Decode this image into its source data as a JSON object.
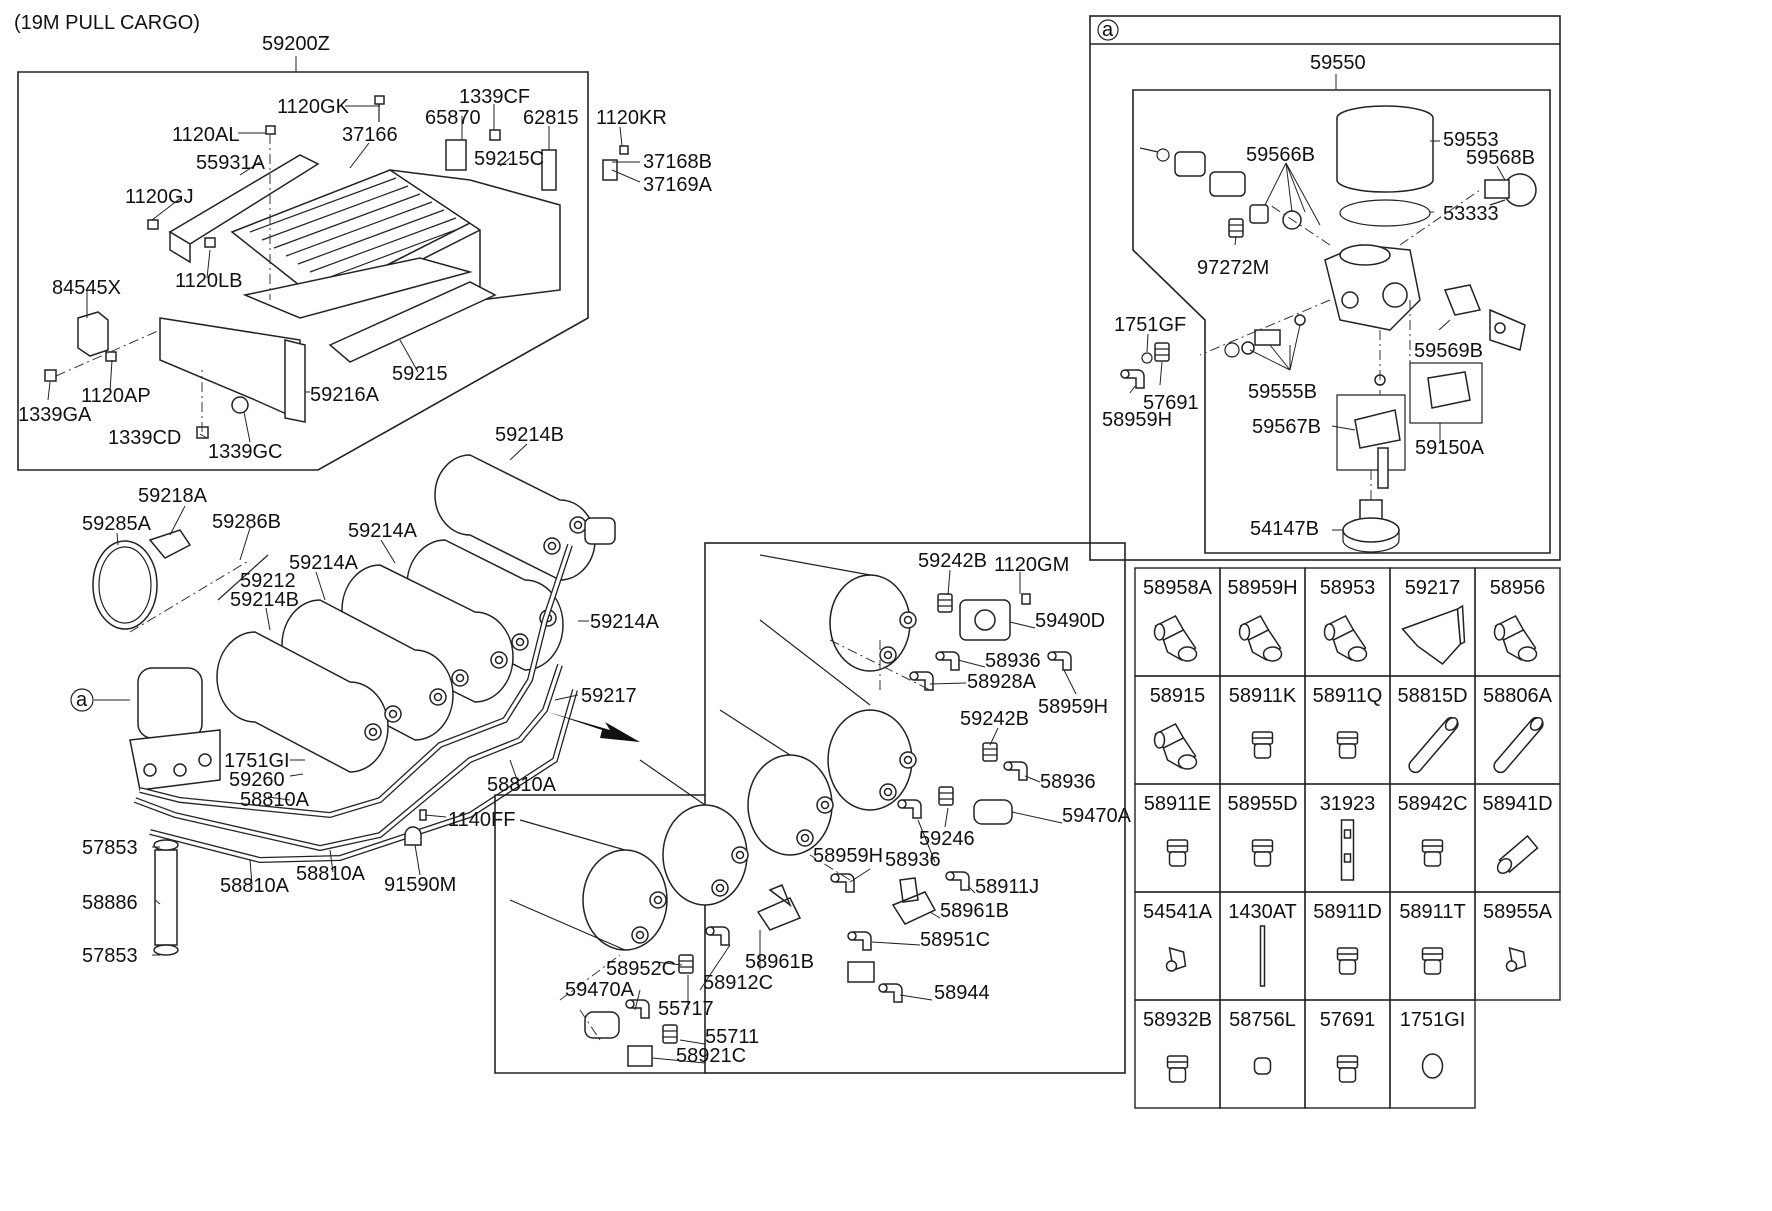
{
  "title": "(19M PULL CARGO)",
  "callout_letter": "a",
  "labels": {
    "frame_assy": "59200Z",
    "bolt_1120gk": "1120GK",
    "bolt_1120al": "1120AL",
    "part_1339cf": "1339CF",
    "part_65870": "65870",
    "part_62815": "62815",
    "bolt_1120kr": "1120KR",
    "part_37166": "37166",
    "part_55931a": "55931A",
    "part_59215c": "59215C",
    "part_37168b": "37168B",
    "part_37169a": "37169A",
    "bolt_1120gj": "1120GJ",
    "bolt_1120lb": "1120LB",
    "part_84545x": "84545X",
    "part_59215": "59215",
    "bolt_1120ap": "1120AP",
    "nut_1339ga": "1339GA",
    "part_59216a": "59216A",
    "nut_1339cd": "1339CD",
    "nut_1339gc": "1339GC",
    "tank_59214b_top": "59214B",
    "part_59218a": "59218A",
    "part_59285a": "59285A",
    "part_59286b": "59286B",
    "tank_59214a_1": "59214A",
    "tank_59214a_2": "59214A",
    "part_59212": "59212",
    "tank_59214b_left": "59214B",
    "tank_59214a_right": "59214A",
    "pipe_59217": "59217",
    "part_1751gi": "1751GI",
    "part_59260": "59260",
    "pipe_58810a_1": "58810A",
    "pipe_58810a_2": "58810A",
    "bolt_1140ff": "1140FF",
    "clamp_57853_top": "57853",
    "pipe_58810a_3": "58810A",
    "pipe_58810a_4": "58810A",
    "clip_91590m": "91590M",
    "hose_58886": "58886",
    "clamp_57853_bottom": "57853",
    "det_59242b_1": "59242B",
    "det_1120gm": "1120GM",
    "det_59490d": "59490D",
    "det_58936_1": "58936",
    "det_58928a": "58928A",
    "det_58959h_1": "58959H",
    "det_59242b_2": "59242B",
    "det_58936_2": "58936",
    "det_59470a_1": "59470A",
    "det_59246": "59246",
    "det_58936_3": "58936",
    "det_58959h_2": "58959H",
    "det_58911j": "58911J",
    "det_58961b_1": "58961B",
    "det_58951c": "58951C",
    "det_58952c": "58952C",
    "det_58961b_2": "58961B",
    "det_59470a_2": "59470A",
    "det_58912c": "58912C",
    "det_58944": "58944",
    "det_55717": "55717",
    "det_55711": "55711",
    "det_58921c": "58921C",
    "dry_59550": "59550",
    "dry_59553": "59553",
    "dry_59566b": "59566B",
    "dry_59568b": "59568B",
    "dry_53333": "53333",
    "dry_97272m": "97272M",
    "dry_1751gf": "1751GF",
    "dry_59569b": "59569B",
    "dry_57691": "57691",
    "dry_58959h": "58959H",
    "dry_59555b": "59555B",
    "dry_59567b": "59567B",
    "dry_59150a": "59150A",
    "dry_54147b": "54147B"
  },
  "parts_table": [
    [
      {
        "label": "58958A",
        "icon": "elbow-fitting-icon"
      },
      {
        "label": "58959H",
        "icon": "elbow-fitting-icon"
      },
      {
        "label": "58953",
        "icon": "elbow-fitting-icon"
      },
      {
        "label": "59217",
        "icon": "bracket-plate-icon"
      },
      {
        "label": "58956",
        "icon": "elbow-fitting-icon"
      }
    ],
    [
      {
        "label": "58915",
        "icon": "elbow-fitting-icon"
      },
      {
        "label": "58911K",
        "icon": "straight-connector-icon"
      },
      {
        "label": "58911Q",
        "icon": "straight-connector-icon"
      },
      {
        "label": "58815D",
        "icon": "sleeve-tube-icon"
      },
      {
        "label": "58806A",
        "icon": "sleeve-tube-icon"
      }
    ],
    [
      {
        "label": "58911E",
        "icon": "straight-connector-icon"
      },
      {
        "label": "58955D",
        "icon": "straight-connector-icon"
      },
      {
        "label": "31923",
        "icon": "strap-bracket-icon"
      },
      {
        "label": "58942C",
        "icon": "straight-connector-icon"
      },
      {
        "label": "58941D",
        "icon": "long-connector-icon"
      }
    ],
    [
      {
        "label": "54541A",
        "icon": "small-elbow-icon"
      },
      {
        "label": "1430AT",
        "icon": "pin-icon"
      },
      {
        "label": "58911D",
        "icon": "straight-connector-icon"
      },
      {
        "label": "58911T",
        "icon": "straight-connector-icon"
      },
      {
        "label": "58955A",
        "icon": "small-elbow-icon"
      }
    ],
    [
      {
        "label": "58932B",
        "icon": "straight-connector-icon"
      },
      {
        "label": "58756L",
        "icon": "plug-icon"
      },
      {
        "label": "57691",
        "icon": "straight-connector-icon"
      },
      {
        "label": "1751GI",
        "icon": "o-ring-icon"
      },
      {
        "label": "",
        "icon": ""
      }
    ]
  ]
}
